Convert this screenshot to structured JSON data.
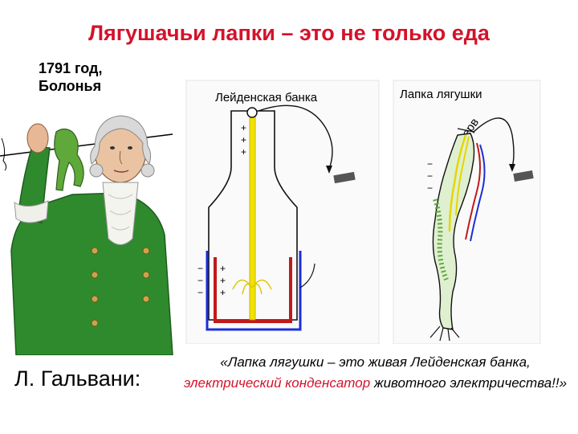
{
  "title": "Лягушачьи лапки – это не только еда",
  "place": {
    "line1": "1791 год,",
    "line2": "Болонья"
  },
  "person": {
    "name": "Л. Гальвани:"
  },
  "diagram": {
    "jar_label": "Лейденская банка",
    "leg_label": "Лапка лягушки",
    "nerve_label": "нерв"
  },
  "quote": {
    "part1": "«Лапка лягушки – это живая Лейденская банка,",
    "part2_red": "электрический конденсатор",
    "part3": " животного электричества!!»"
  },
  "colors": {
    "title": "#d4122a",
    "coat": "#2f8a2e",
    "rod": "#f2e200",
    "red_liquid": "#c01a1a",
    "blue_outer": "#1c2fd6"
  }
}
